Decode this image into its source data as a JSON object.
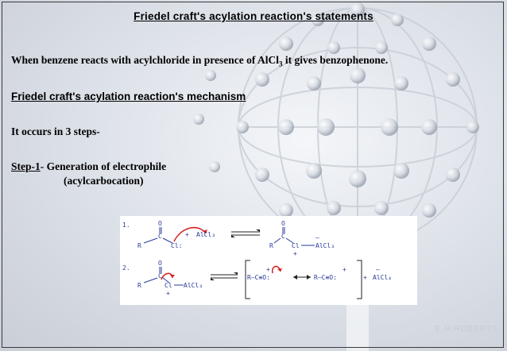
{
  "title": "Friedel craft's acylation reaction's statements",
  "statement": {
    "pre": "When benzene reacts with acylchloride in presence of AlCl",
    "sub": "3",
    "post": " it gives benzophenone."
  },
  "mechanism_heading": "Friedel craft's acylation reaction's mechanism",
  "steps_text": "It occurs in 3 steps-",
  "step1": {
    "label": "Step-1",
    "text": "- Generation of electrophile",
    "subtext": "(acylcarbocation)"
  },
  "scheme": {
    "r1_num": "1.",
    "r2_num": "2.",
    "r": "R",
    "c": "C",
    "o": "O",
    "cl_colon": "Cl:",
    "cl": "Cl",
    "plus": "+",
    "minus": "–",
    "alcl3": "AlCl₃",
    "alcl4": "AlCl₄",
    "acylium1": "R—C≡O:",
    "acylium2": "R—C≡O:"
  },
  "logo": "E.H.ROBERTS"
}
